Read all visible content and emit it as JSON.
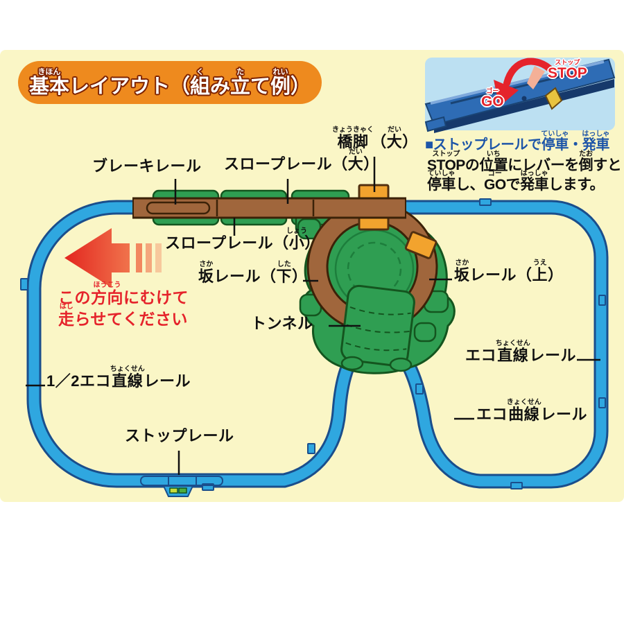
{
  "colors": {
    "page_bg": "#ffffff",
    "panel_bg": "#FAF6C6",
    "banner_orange": "#EE8A1E",
    "track_blue": "#2FA7E0",
    "track_blue_outline": "#1A4E8C",
    "elevated_brown": "#A0663C",
    "elevated_brown_outline": "#3B2208",
    "scenery_green": "#2F9E52",
    "scenery_green_outline": "#14551F",
    "pier_orange": "#F2A32E",
    "accent_red": "#E5232B",
    "heading_blue": "#1D55A8",
    "inset_bg": "#BCE0F2",
    "inset_rail_blue": "#2E6CB5"
  },
  "title": {
    "segs": [
      {
        "b": "基本",
        "r": "きほん"
      },
      {
        "b": "レイアウト（",
        "r": ""
      },
      {
        "b": "組",
        "r": "く"
      },
      {
        "b": "み",
        "r": ""
      },
      {
        "b": "立",
        "r": "た"
      },
      {
        "b": "て",
        "r": ""
      },
      {
        "b": "例",
        "r": "れい"
      },
      {
        "b": "）",
        "r": ""
      }
    ]
  },
  "inset": {
    "stop_label": {
      "segs": [
        {
          "b": "STOP",
          "r": "ストップ"
        }
      ]
    },
    "go_label": {
      "segs": [
        {
          "b": "GO",
          "r": "ゴー"
        }
      ]
    },
    "heading": {
      "segs": [
        {
          "b": "■ストップレールで",
          "r": ""
        },
        {
          "b": "停車",
          "r": "ていしゃ"
        },
        {
          "b": "・",
          "r": ""
        },
        {
          "b": "発車",
          "r": "はっしゃ"
        }
      ]
    },
    "body_line1": {
      "segs": [
        {
          "b": "STOP",
          "r": "ストップ"
        },
        {
          "b": "の",
          "r": ""
        },
        {
          "b": "位置",
          "r": "いち"
        },
        {
          "b": "にレバーを",
          "r": ""
        },
        {
          "b": "倒",
          "r": "たお"
        },
        {
          "b": "すと",
          "r": ""
        }
      ]
    },
    "body_line2": {
      "segs": [
        {
          "b": "停車",
          "r": "ていしゃ"
        },
        {
          "b": "し、",
          "r": ""
        },
        {
          "b": "GO",
          "r": "ゴー"
        },
        {
          "b": "で",
          "r": ""
        },
        {
          "b": "発車",
          "r": "はっしゃ"
        },
        {
          "b": "します。",
          "r": ""
        }
      ]
    }
  },
  "direction_note": {
    "line1": {
      "segs": [
        {
          "b": "この",
          "r": ""
        },
        {
          "b": "方向",
          "r": "ほうこう"
        },
        {
          "b": "にむけて",
          "r": ""
        }
      ]
    },
    "line2": {
      "segs": [
        {
          "b": "走",
          "r": "はし"
        },
        {
          "b": "らせてください",
          "r": ""
        }
      ]
    }
  },
  "labels": {
    "brake_rail": {
      "segs": [
        {
          "b": "ブレーキレール",
          "r": ""
        }
      ]
    },
    "slope_large": {
      "segs": [
        {
          "b": "スロープレール（",
          "r": ""
        },
        {
          "b": "大",
          "r": "だい"
        },
        {
          "b": "）",
          "r": ""
        }
      ]
    },
    "pier_large": {
      "segs": [
        {
          "b": "橋脚",
          "r": "きょうきゃく"
        },
        {
          "b": "（",
          "r": ""
        },
        {
          "b": "大",
          "r": "だい"
        },
        {
          "b": "）",
          "r": ""
        }
      ]
    },
    "slope_small": {
      "segs": [
        {
          "b": "スロープレール（",
          "r": ""
        },
        {
          "b": "小",
          "r": "しょう"
        },
        {
          "b": "）",
          "r": ""
        }
      ]
    },
    "saka_down": {
      "segs": [
        {
          "b": "坂",
          "r": "さか"
        },
        {
          "b": "レール（",
          "r": ""
        },
        {
          "b": "下",
          "r": "した"
        },
        {
          "b": "）",
          "r": ""
        }
      ]
    },
    "saka_up": {
      "segs": [
        {
          "b": "坂",
          "r": "さか"
        },
        {
          "b": "レール（",
          "r": ""
        },
        {
          "b": "上",
          "r": "うえ"
        },
        {
          "b": "）",
          "r": ""
        }
      ]
    },
    "tunnel": {
      "segs": [
        {
          "b": "トンネル",
          "r": ""
        }
      ]
    },
    "eco_straight": {
      "segs": [
        {
          "b": "エコ",
          "r": ""
        },
        {
          "b": "直線",
          "r": "ちょくせん"
        },
        {
          "b": "レール",
          "r": ""
        }
      ]
    },
    "eco_curve": {
      "segs": [
        {
          "b": "エコ",
          "r": ""
        },
        {
          "b": "曲線",
          "r": "きょくせん"
        },
        {
          "b": "レール",
          "r": ""
        }
      ]
    },
    "half_straight": {
      "segs": [
        {
          "b": "1／2エコ",
          "r": ""
        },
        {
          "b": "直線",
          "r": "ちょくせん"
        },
        {
          "b": "レール",
          "r": ""
        }
      ]
    },
    "stop_rail": {
      "segs": [
        {
          "b": "ストップレール",
          "r": ""
        }
      ]
    }
  }
}
